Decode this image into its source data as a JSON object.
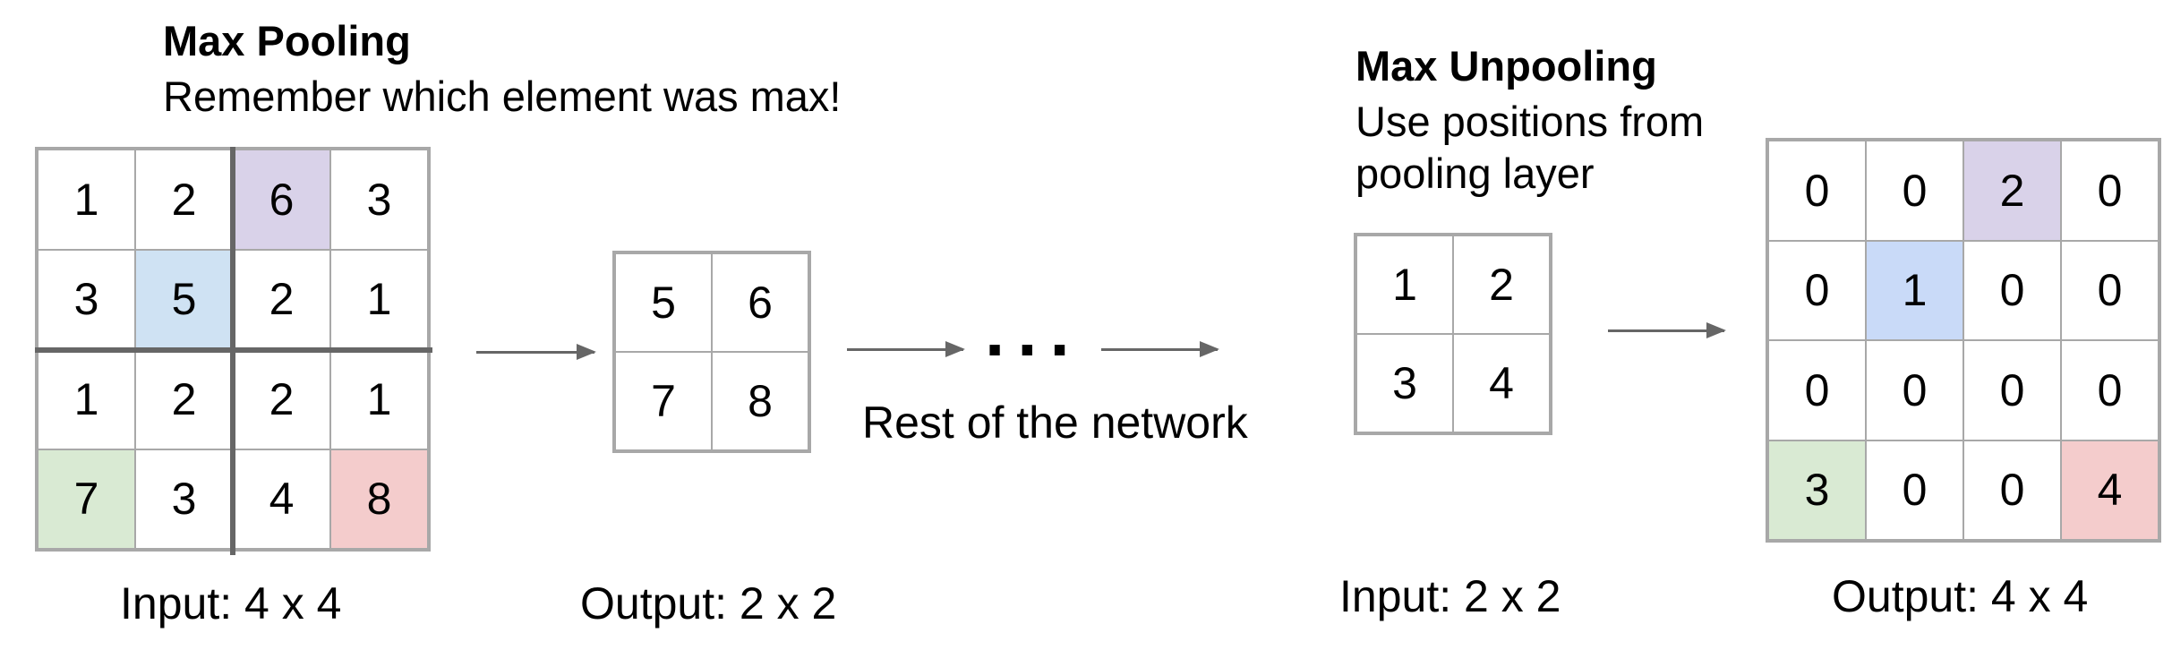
{
  "pooling": {
    "title": "Max Pooling",
    "subtitle": "Remember which element was max!",
    "input_label": "Input: 4 x 4",
    "output_label": "Output: 2 x 2",
    "input_grid": [
      [
        {
          "v": "1"
        },
        {
          "v": "2"
        },
        {
          "v": "6",
          "c": "#d9d2e9"
        },
        {
          "v": "3"
        }
      ],
      [
        {
          "v": "3"
        },
        {
          "v": "5",
          "c": "#cfe2f3"
        },
        {
          "v": "2"
        },
        {
          "v": "1"
        }
      ],
      [
        {
          "v": "1"
        },
        {
          "v": "2"
        },
        {
          "v": "2"
        },
        {
          "v": "1"
        }
      ],
      [
        {
          "v": "7",
          "c": "#d9ead3"
        },
        {
          "v": "3"
        },
        {
          "v": "4"
        },
        {
          "v": "8",
          "c": "#f4cccc"
        }
      ]
    ],
    "output_grid": [
      [
        {
          "v": "5"
        },
        {
          "v": "6"
        }
      ],
      [
        {
          "v": "7"
        },
        {
          "v": "8"
        }
      ]
    ]
  },
  "network": {
    "ellipsis": "...",
    "label": "Rest of the network"
  },
  "unpooling": {
    "title": "Max Unpooling",
    "subtitle_line1": "Use positions from",
    "subtitle_line2": "pooling layer",
    "input_label": "Input: 2 x 2",
    "output_label": "Output: 4 x 4",
    "input_grid": [
      [
        {
          "v": "1"
        },
        {
          "v": "2"
        }
      ],
      [
        {
          "v": "3"
        },
        {
          "v": "4"
        }
      ]
    ],
    "output_grid": [
      [
        {
          "v": "0"
        },
        {
          "v": "0"
        },
        {
          "v": "2",
          "c": "#d9d2e9"
        },
        {
          "v": "0"
        }
      ],
      [
        {
          "v": "0"
        },
        {
          "v": "1",
          "c": "#c9daf8"
        },
        {
          "v": "0"
        },
        {
          "v": "0"
        }
      ],
      [
        {
          "v": "0"
        },
        {
          "v": "0"
        },
        {
          "v": "0"
        },
        {
          "v": "0"
        }
      ],
      [
        {
          "v": "3",
          "c": "#d9ead3"
        },
        {
          "v": "0"
        },
        {
          "v": "0"
        },
        {
          "v": "4",
          "c": "#f4cccc"
        }
      ]
    ]
  }
}
